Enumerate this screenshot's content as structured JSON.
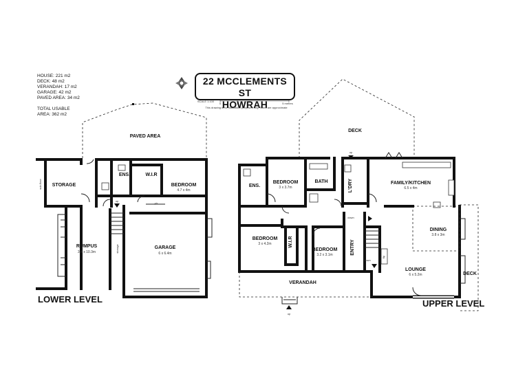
{
  "title": {
    "line1": "22 MCCLEMENTS ST",
    "line2": "HOWRAH"
  },
  "scale": {
    "label": "SCALE 1:100",
    "marks": [
      "0",
      "1",
      "5 metres"
    ],
    "disclaimer": "This drawing is for illustration purposes only. Sizes are approximate"
  },
  "areas": [
    {
      "label": "HOUSE: 221 m2"
    },
    {
      "label": "DECK: 48 m2"
    },
    {
      "label": "VERANDAH: 17 m2"
    },
    {
      "label": "GARAGE: 42 m2"
    },
    {
      "label": "PAVED AREA: 34 m2"
    }
  ],
  "total": {
    "line1": "TOTAL USABLE",
    "line2": "AREA: 362 m2"
  },
  "levels": {
    "lower": "LOWER LEVEL",
    "upper": "UPPER LEVEL"
  },
  "lower_rooms": {
    "paved": "PAVED AREA",
    "storage": "STORAGE",
    "subfloor": "sub-floor",
    "ens": "ENS.",
    "wir": "W.I.R",
    "bedroom": "BEDROOM",
    "bedroom_dim": "4.7 x 4m",
    "rumpus": "RUMPUS",
    "rumpus_dim": "3.4 x 10.3m",
    "storage_small": "storage",
    "garage": "GARAGE",
    "garage_dim": "6 x 6.4m",
    "up": "up",
    "pr": "p/r"
  },
  "upper_rooms": {
    "deck_top": "DECK",
    "ens": "ENS.",
    "bedroom1": "BEDROOM",
    "bedroom1_dim": "3 x 3.7m",
    "bath": "BATH",
    "ldry": "L'DRY",
    "family": "FAMILY/KITCHEN",
    "family_dim": "6.5 x 4m",
    "bedroom2": "BEDROOM",
    "bedroom2_dim": "3 x 4.2m",
    "wir": "W.I.R",
    "bedroom3": "BEDROOM",
    "bedroom3_dim": "3.2 x 3.1m",
    "entry": "ENTRY",
    "dining": "DINING",
    "dining_dim": "3.8 x 3m",
    "lounge": "LOUNGE",
    "lounge_dim": "6 x 5.2m",
    "deck_side": "DECK",
    "verandah": "VERANDAH",
    "down1": "down",
    "down2": "down",
    "up": "up",
    "up2": "up",
    "fp": "f/p"
  }
}
